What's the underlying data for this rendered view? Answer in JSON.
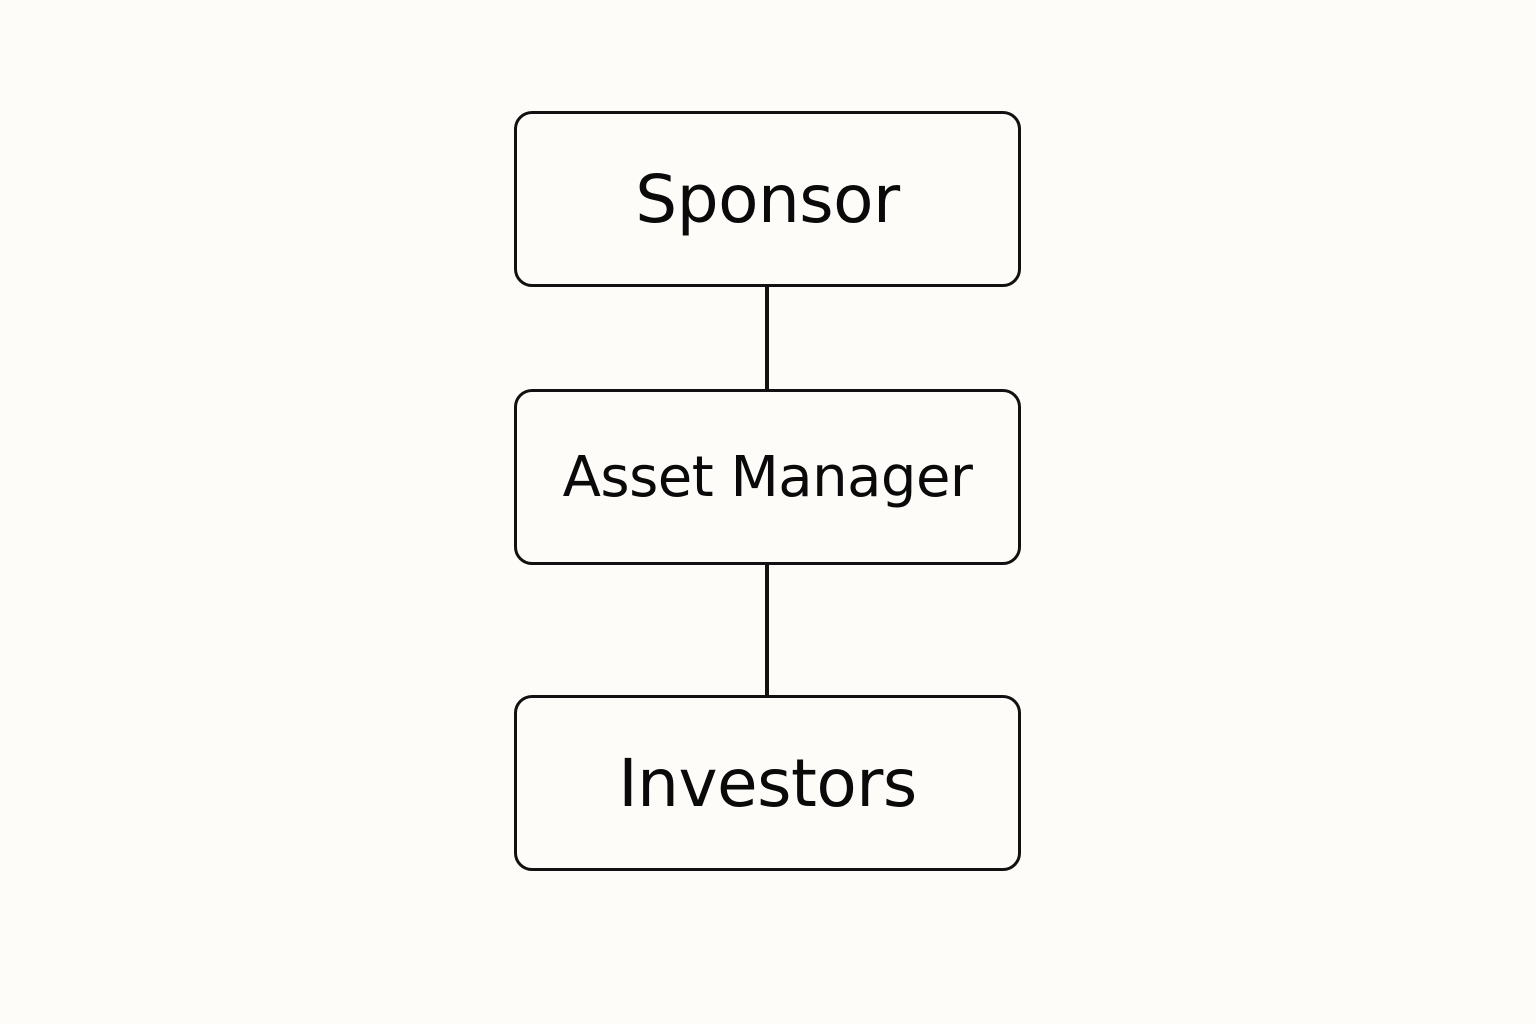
{
  "diagram": {
    "nodes": [
      {
        "id": "sponsor",
        "label": "Sponsor"
      },
      {
        "id": "asset_manager",
        "label": "Asset Manager"
      },
      {
        "id": "investors",
        "label": "Investors"
      }
    ],
    "edges": [
      {
        "from": "sponsor",
        "to": "asset_manager"
      },
      {
        "from": "asset_manager",
        "to": "investors"
      }
    ],
    "colors": {
      "background": "#fdfcf9",
      "stroke": "#111111",
      "text": "#0a0a0a"
    }
  }
}
